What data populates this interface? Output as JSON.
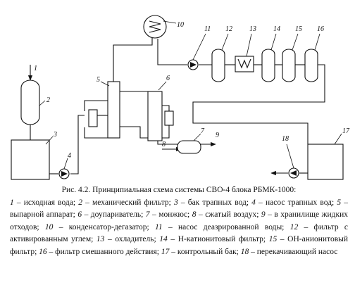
{
  "labels": [
    "1",
    "2",
    "3",
    "4",
    "5",
    "6",
    "7",
    "8",
    "9",
    "10",
    "11",
    "12",
    "13",
    "14",
    "15",
    "16",
    "17",
    "18"
  ],
  "caption": {
    "title": "Рис. 4.2.  Принципиальная схема системы СВО-4 блока РБМК-1000:",
    "items": [
      {
        "num": "1",
        "text": " – исходная вода; "
      },
      {
        "num": "2",
        "text": " – механический фильтр; "
      },
      {
        "num": "3",
        "text": " – бак трапных вод; "
      },
      {
        "num": "4",
        "text": " – насос трапных вод; "
      },
      {
        "num": "5",
        "text": " – выпарной аппарат; "
      },
      {
        "num": "6",
        "text": " – доупариватель; "
      },
      {
        "num": "7",
        "text": " – монжюс; "
      },
      {
        "num": "8",
        "text": " – сжатый воздух; "
      },
      {
        "num": "9",
        "text": " – в хранилище жидких отходов; "
      },
      {
        "num": "10",
        "text": " – конденсатор-дегазатор; "
      },
      {
        "num": "11",
        "text": " – насос деазрированной воды; "
      },
      {
        "num": "12",
        "text": "  – фильтр с активированным углем; "
      },
      {
        "num": "13",
        "text": " – охладитель; "
      },
      {
        "num": "14",
        "text": " – Н-катионитовый фильтр; "
      },
      {
        "num": "15",
        "text": " – ОН-анионитовый фильтр; "
      },
      {
        "num": "16",
        "text": " – фильтр смешанного действия; "
      },
      {
        "num": "17",
        "text": " – контрольный бак; "
      },
      {
        "num": "18",
        "text": " – перекачивающий насос"
      }
    ]
  }
}
